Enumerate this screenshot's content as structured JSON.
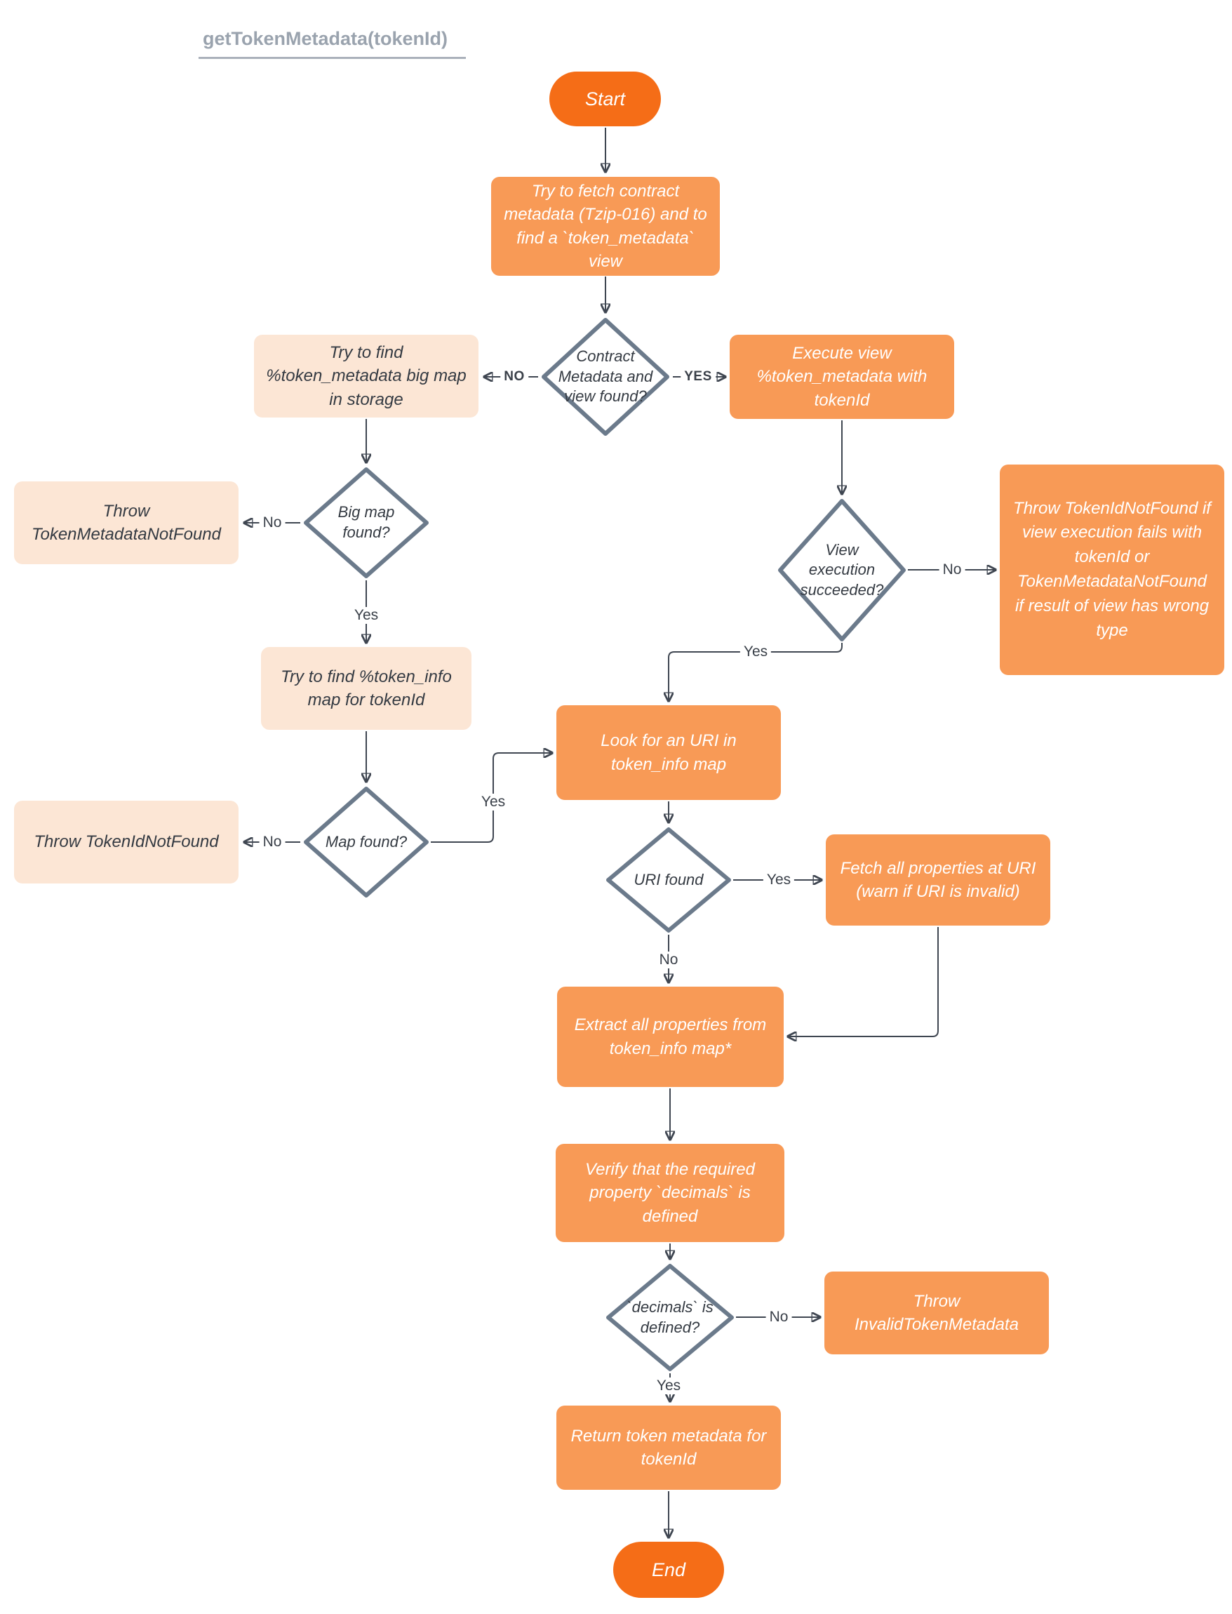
{
  "title": {
    "text": "getTokenMetadata(tokenId)"
  },
  "colors": {
    "terminal_fill": "#f56d17",
    "process_fill": "#f89a56",
    "light_fill": "#fce6d5",
    "diamond_border": "#6b7a8b",
    "connector": "#3f4651",
    "title_text": "#9aa3ae",
    "node_text_on_orange": "#ffffff",
    "node_text_dark": "#343a42"
  },
  "nodes": {
    "start": {
      "text": "Start",
      "type": "terminal"
    },
    "fetch_contract": {
      "text": "Try to fetch contract metadata (Tzip-016) and to find a `token_metadata` view",
      "type": "process"
    },
    "contract_found": {
      "text": "Contract Metadata and view found?",
      "type": "decision"
    },
    "find_bigmap": {
      "text": "Try to find %token_metadata big map in storage",
      "type": "process-light"
    },
    "execute_view": {
      "text": "Execute view %token_metadata with tokenId",
      "type": "process"
    },
    "bigmap_found": {
      "text": "Big map found?",
      "type": "decision"
    },
    "throw_token_metadata_not_found": {
      "text": "Throw TokenMetadataNotFound",
      "type": "process-light"
    },
    "find_token_info": {
      "text": "Try to find %token_info map for tokenId",
      "type": "process-light"
    },
    "map_found": {
      "text": "Map found?",
      "type": "decision"
    },
    "throw_token_id_not_found": {
      "text": "Throw TokenIdNotFound",
      "type": "process-light"
    },
    "view_succeeded": {
      "text": "View execution succeeded?",
      "type": "decision"
    },
    "throw_view_errors": {
      "text": "Throw TokenIdNotFound if view execution fails with tokenId or TokenMetadataNotFound if result of view has wrong type",
      "type": "process"
    },
    "look_for_uri": {
      "text": "Look for an URI in token_info map",
      "type": "process"
    },
    "uri_found": {
      "text": "URI found",
      "type": "decision"
    },
    "fetch_properties": {
      "text": "Fetch all properties at URI (warn if URI is invalid)",
      "type": "process"
    },
    "extract_properties": {
      "text": "Extract all properties from token_info map*",
      "type": "process"
    },
    "verify_decimals": {
      "text": "Verify that the required property `decimals` is defined",
      "type": "process"
    },
    "decimals_defined": {
      "text": "`decimals` is defined?",
      "type": "decision"
    },
    "throw_invalid_token_metadata": {
      "text": "Throw InvalidTokenMetadata",
      "type": "process"
    },
    "return_metadata": {
      "text": "Return token metadata for tokenId",
      "type": "process"
    },
    "end": {
      "text": "End",
      "type": "terminal"
    }
  },
  "edge_labels": {
    "contract_no": "NO",
    "contract_yes": "YES",
    "bigmap_no": "No",
    "bigmap_yes": "Yes",
    "view_no": "No",
    "view_yes": "Yes",
    "map_no": "No",
    "map_yes": "Yes",
    "uri_yes": "Yes",
    "uri_no": "No",
    "decimals_no": "No",
    "decimals_yes": "Yes"
  }
}
